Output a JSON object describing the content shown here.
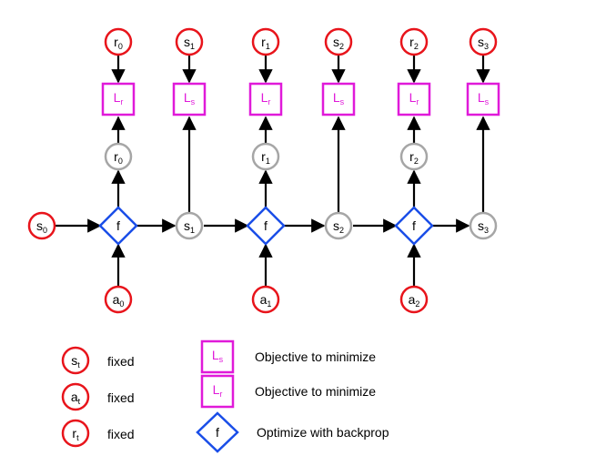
{
  "colors": {
    "fixed_node": "#e8141b",
    "state_node": "#a6a6a6",
    "objective": "#e01ad9",
    "optimize": "#1a4ee8",
    "arrow": "#000000"
  },
  "graph": {
    "top_rewards": [
      {
        "base": "r",
        "sub": "0"
      },
      {
        "base": "r",
        "sub": "1"
      },
      {
        "base": "r",
        "sub": "2"
      }
    ],
    "top_states": [
      {
        "base": "s",
        "sub": "1"
      },
      {
        "base": "s",
        "sub": "2"
      },
      {
        "base": "s",
        "sub": "3"
      }
    ],
    "loss_r": {
      "base": "L",
      "sub": "r"
    },
    "loss_s": {
      "base": "L",
      "sub": "s"
    },
    "pred_rewards": [
      {
        "base": "r",
        "sub": "0"
      },
      {
        "base": "r",
        "sub": "1"
      },
      {
        "base": "r",
        "sub": "2"
      }
    ],
    "pred_states": [
      {
        "base": "s",
        "sub": "1"
      },
      {
        "base": "s",
        "sub": "2"
      },
      {
        "base": "s",
        "sub": "3"
      }
    ],
    "init_state": {
      "base": "s",
      "sub": "0"
    },
    "model": "f",
    "actions": [
      {
        "base": "a",
        "sub": "0"
      },
      {
        "base": "a",
        "sub": "1"
      },
      {
        "base": "a",
        "sub": "2"
      }
    ]
  },
  "legend": {
    "state": {
      "base": "s",
      "sub": "t",
      "text": "fixed"
    },
    "action": {
      "base": "a",
      "sub": "t",
      "text": "fixed"
    },
    "reward": {
      "base": "r",
      "sub": "t",
      "text": "fixed"
    },
    "loss_s": {
      "base": "L",
      "sub": "s",
      "text": "Objective to minimize"
    },
    "loss_r": {
      "base": "L",
      "sub": "r",
      "text": "Objective to minimize"
    },
    "model": {
      "base": "f",
      "text": "Optimize with backprop"
    }
  }
}
